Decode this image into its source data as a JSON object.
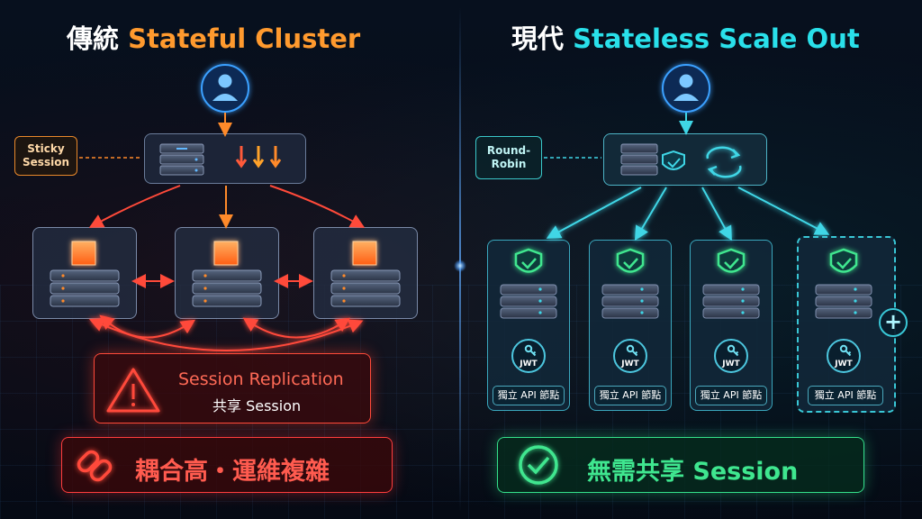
{
  "left": {
    "title_prefix": "傳統",
    "title_accent": "Stateful Cluster",
    "tag_line1": "Sticky",
    "tag_line2": "Session",
    "warning_line1": "Session Replication",
    "warning_line2": "共享 Session",
    "bottom_text": "耦合高・運維複雜",
    "colors": {
      "accent": "#ff9a2e",
      "danger": "#ff4a3a"
    },
    "icons": [
      "user-icon",
      "server-stack-icon",
      "down-arrows-icon",
      "orange-cube-icon",
      "warning-triangle-icon",
      "chain-link-icon"
    ]
  },
  "right": {
    "title_prefix": "現代",
    "title_accent": "Stateless Scale Out",
    "tag_line1": "Round-",
    "tag_line2": "Robin",
    "nodes": [
      {
        "badge": "JWT",
        "label": "獨立 API 節點"
      },
      {
        "badge": "JWT",
        "label": "獨立 API 節點"
      },
      {
        "badge": "JWT",
        "label": "獨立 API 節點"
      },
      {
        "badge": "JWT",
        "label": "獨立 API 節點"
      }
    ],
    "plus": "+",
    "bottom_text": "無需共享 Session",
    "colors": {
      "accent": "#29e0ea",
      "success": "#3fe68f"
    },
    "icons": [
      "user-icon",
      "shield-check-icon",
      "sync-arrows-icon",
      "key-icon",
      "check-circle-icon",
      "plus-icon"
    ]
  }
}
